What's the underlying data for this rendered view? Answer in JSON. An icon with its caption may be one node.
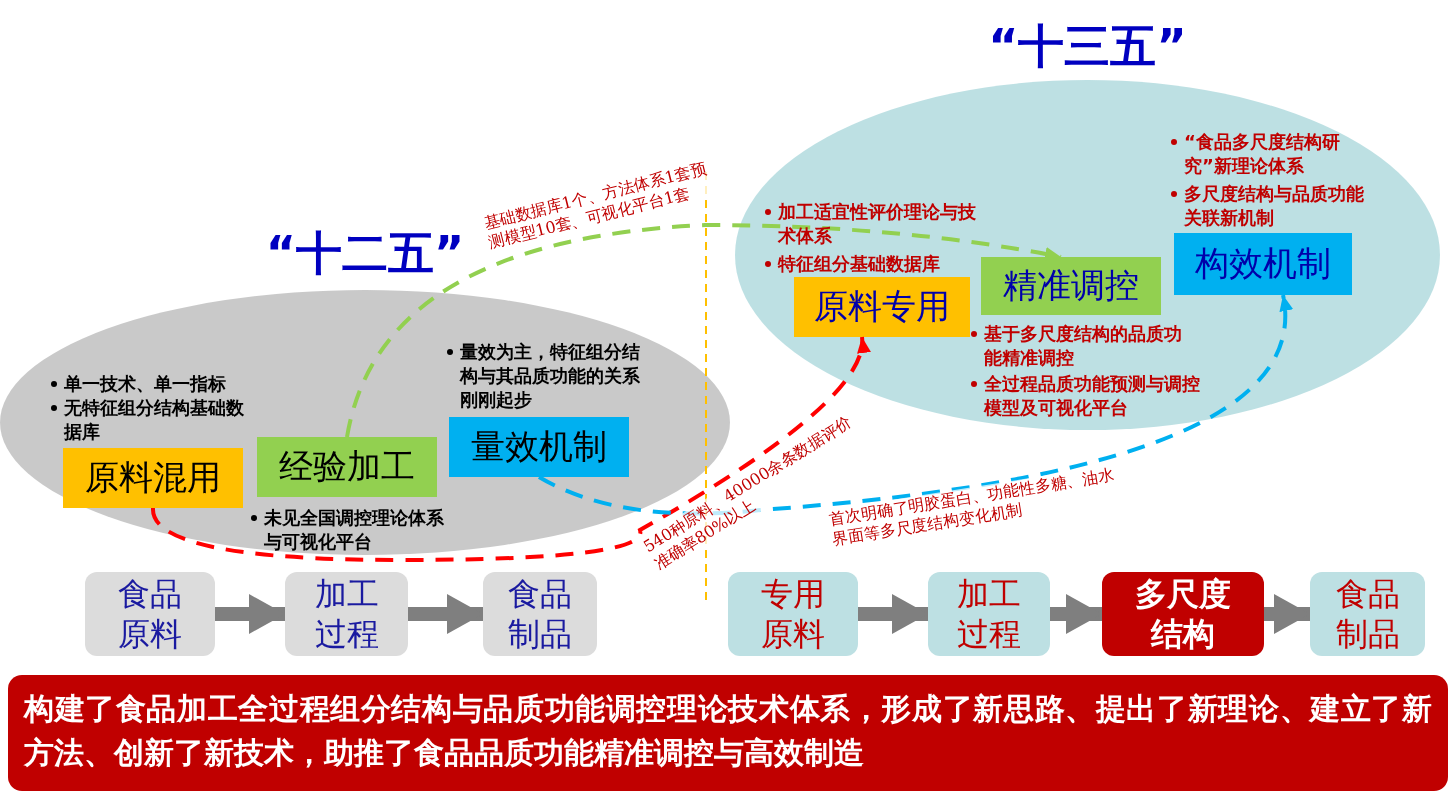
{
  "diagram": {
    "nodes": [
      {
        "text": [
          "“十二五”"
        ]
      },
      {
        "text": [
          "原料混用"
        ],
        "in": 0
      },
      {
        "text": [
          "经验加工"
        ],
        "in": 0
      },
      {
        "text": [
          "量效机制"
        ],
        "in": 0
      },
      {
        "text": [
          "“十三五”"
        ]
      },
      {
        "text": [
          "原料专用"
        ],
        "in": 4
      },
      {
        "text": [
          "精准调控"
        ],
        "in": 4
      },
      {
        "text": [
          "构效机制"
        ],
        "in": 4
      },
      {
        "text": [
          "食品原料"
        ]
      },
      {
        "text": [
          "加工过程"
        ]
      },
      {
        "text": [
          "食品制品"
        ]
      },
      {
        "text": [
          "专用原料"
        ]
      },
      {
        "text": [
          "加工过程"
        ]
      },
      {
        "text": [
          "多尺度结构"
        ]
      },
      {
        "text": [
          "食品制品"
        ]
      },
      {
        "text": [
          "构建了食品加工全过程组分结构与品质功能调控理论技术体系，形成了新思路、提出了新理论、建立了新方法、创新了新技术，助推了食品品质功能精准调控与高效制造"
        ]
      }
    ],
    "edges": [
      {
        "from": 2,
        "to": 6,
        "arrow": "to",
        "style": "dashed",
        "color": "#92d050",
        "label": "基础数据库1个、方法体系1套预测模型10套、可视化平台1套"
      },
      {
        "from": 1,
        "to": 5,
        "arrow": "to",
        "style": "dashed",
        "color": "#ff0000",
        "label": "540种原料、40000余条数据评价准确率80%以上"
      },
      {
        "from": 3,
        "to": 7,
        "arrow": "to",
        "style": "dashed",
        "color": "#00b0f0",
        "label": "首次明确了明胶蛋白、功能性多糖、油水界面等多尺度结构变化机制"
      },
      {
        "from": 8,
        "to": 9,
        "arrow": "to"
      },
      {
        "from": 9,
        "to": 10,
        "arrow": "to"
      },
      {
        "from": 11,
        "to": 12,
        "arrow": "to"
      },
      {
        "from": 12,
        "to": 13,
        "arrow": "to"
      },
      {
        "from": 13,
        "to": 14,
        "arrow": "to"
      }
    ],
    "labels": [
      "单一技术、单一指标",
      "无特征组分结构基础数据库",
      "量效为主，特征组分结构与其品质功能的关系刚刚起步",
      "未见全国调控理论体系与可视化平台",
      "“食品多尺度结构研究”新理论体系",
      "多尺度结构与品质功能关联新机制",
      "加工适宜性评价理论与技术体系",
      "特征组分基础数据库",
      "基于多尺度结构的品质功能精准调控",
      "全过程品质功能预测与调控模型及可视化平台"
    ]
  }
}
